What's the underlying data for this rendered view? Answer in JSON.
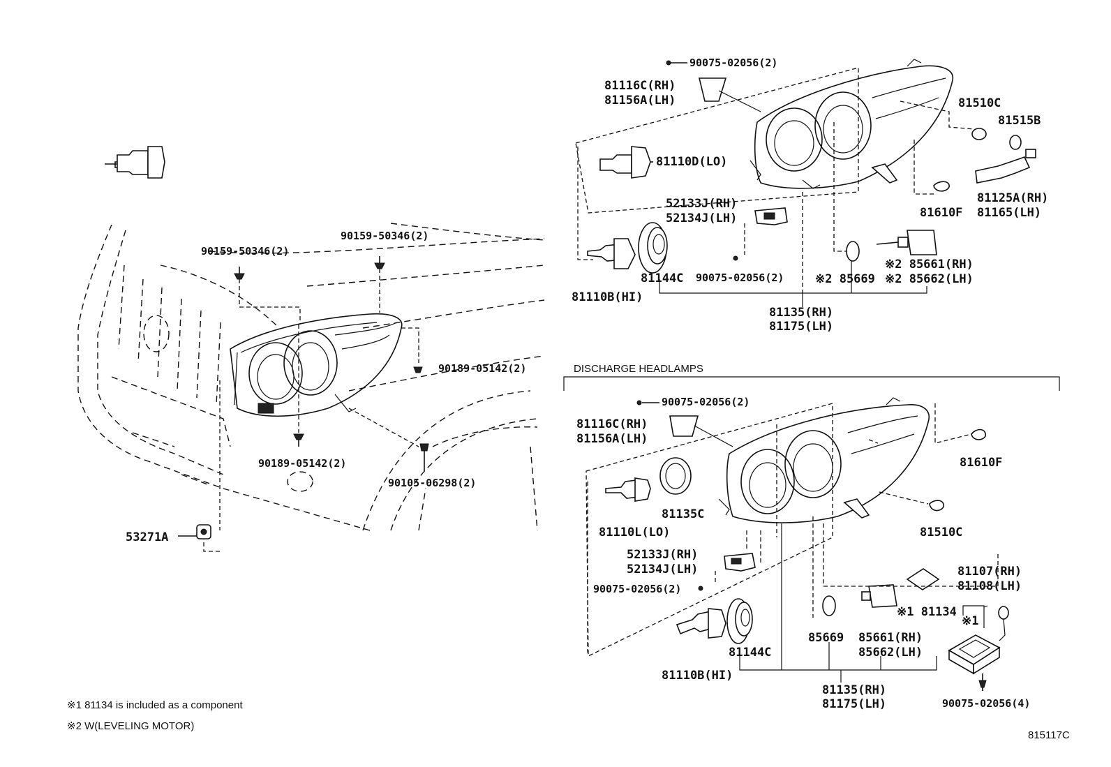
{
  "labels": {
    "top": {
      "bolt_top": "90075-02056(2)",
      "bracket_rh": "81116C(RH)",
      "bracket_lh": "81156A(LH)",
      "bulb_lo": "81110D(LO)",
      "socket_rh": "52133J(RH)",
      "socket_lh": "52134J(LH)",
      "bulb_hi": "81110B(HI)",
      "cover": "81144C",
      "bolt_mid": "90075-02056(2)",
      "ring": "※2 85669",
      "motor_rh": "※2 85661(RH)",
      "motor_lh": "※2 85662(LH)",
      "assy_rh": "81135(RH)",
      "assy_lh": "81175(LH)",
      "reflector": "81510C",
      "bulb_side": "81515B",
      "socket_side": "81610F",
      "socket_side_rh": "81125A(RH)",
      "socket_side_lh": "81165(LH)"
    },
    "vehicle": {
      "screw_a": "90159-50346(2)",
      "screw_b": "90159-50346(2)",
      "screw_c": "90189-05142(2)",
      "screw_d": "90189-05142(2)",
      "screw_e": "90105-06298(2)",
      "clip": "53271A"
    },
    "discharge": {
      "header": "DISCHARGE HEADLAMPS",
      "bolt_top": "90075-02056(2)",
      "bracket_rh": "81116C(RH)",
      "bracket_lh": "81156A(LH)",
      "cap": "81135C",
      "bulb_lo": "81110L(LO)",
      "socket_rh": "52133J(RH)",
      "socket_lh": "52134J(LH)",
      "bolt_mid": "90075-02056(2)",
      "bulb_hi": "81110B(HI)",
      "cover": "81144C",
      "ring": "85669",
      "motor_rh": "85661(RH)",
      "motor_lh": "85662(LH)",
      "gasket": "※1 81134",
      "ballast_rh": "81107(RH)",
      "ballast_lh": "81108(LH)",
      "mark": "※1",
      "assy_rh": "81135(RH)",
      "assy_lh": "81175(LH)",
      "bolt_bottom": "90075-02056(4)",
      "socket_side": "81610F",
      "reflector": "81510C"
    }
  },
  "notes": {
    "note1": "※1 81134 is included as a component",
    "note2": "※2 W(LEVELING MOTOR)"
  },
  "diagram_code": "815117C"
}
